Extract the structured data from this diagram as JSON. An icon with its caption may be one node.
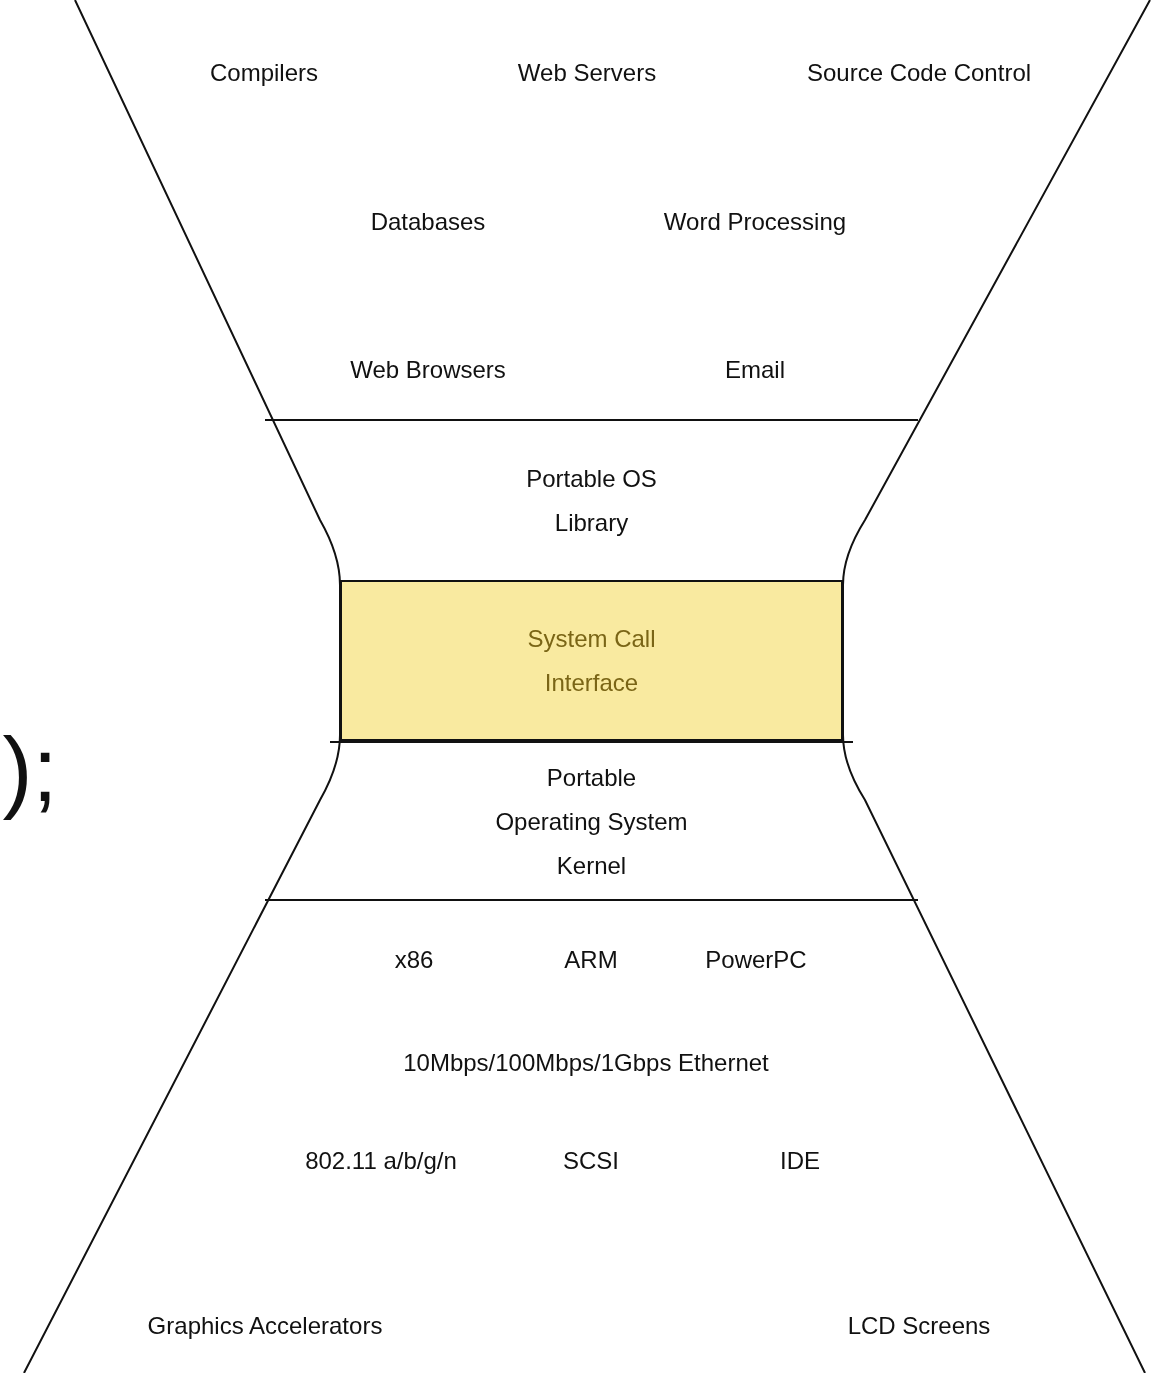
{
  "diagram": {
    "nodes": [
      {
        "text": [
          "Portable OS Library"
        ]
      },
      {
        "text": [
          "System Call Interface"
        ]
      },
      {
        "text": [
          "Portable Operating System Kernel"
        ]
      }
    ],
    "labels": [
      "Compilers",
      "Web Servers",
      "Source Code Control",
      "Databases",
      "Word Processing",
      "Web Browsers",
      "Email",
      ");",
      "x86",
      "ARM",
      "PowerPC",
      "10Mbps/100Mbps/1Gbps Ethernet",
      "802.11 a/b/g/n",
      "SCSI",
      "IDE",
      "Graphics Accelerators",
      "LCD Screens"
    ]
  }
}
